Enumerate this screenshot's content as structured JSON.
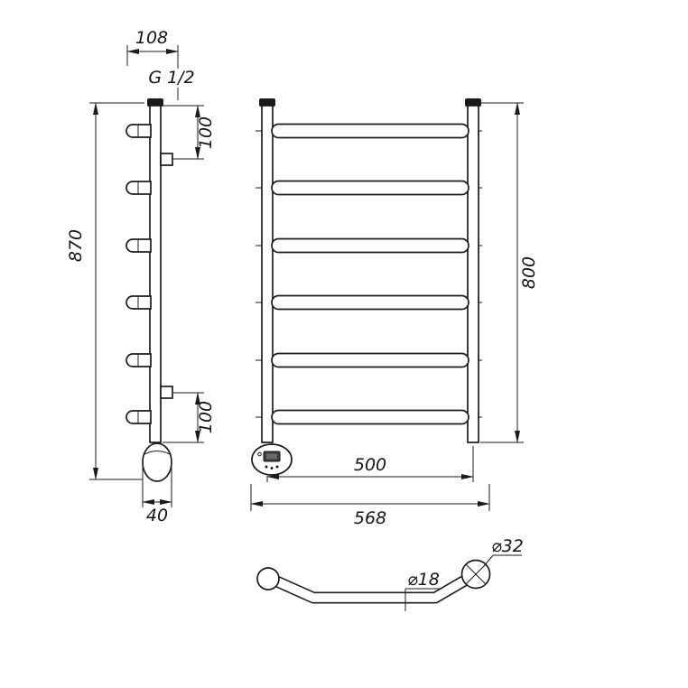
{
  "side_view": {
    "dim_top_width": "108",
    "thread_label": "G 1/2",
    "dim_top_offset": "100",
    "dim_height": "870",
    "dim_bottom_offset": "100",
    "dim_depth": "40"
  },
  "front_view": {
    "dim_height": "800",
    "dim_axis_width": "500",
    "dim_overall_width": "568"
  },
  "detail_view": {
    "dim_tube_diameter": "⌀18",
    "dim_collector_diameter": "⌀32"
  }
}
